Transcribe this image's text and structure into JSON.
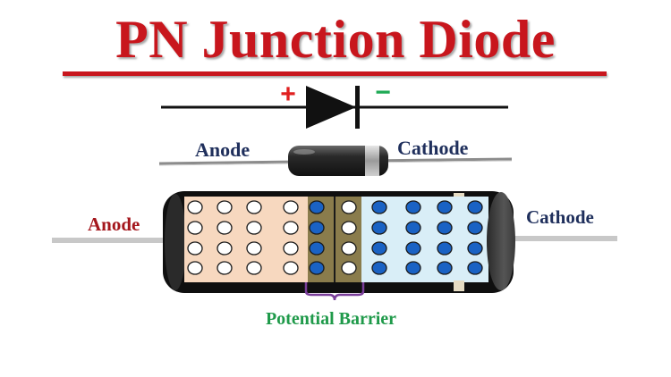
{
  "title": "PN Junction Diode",
  "symbol": {
    "plus": "+",
    "minus": "−"
  },
  "package_labels": {
    "anode": "Anode",
    "cathode": "Cathode"
  },
  "cross_section_labels": {
    "anode": "Anode",
    "cathode": "Cathode"
  },
  "barrier_label": "Potential Barrier",
  "colors": {
    "title": "#c8161d",
    "anode_label": "#a4161c",
    "navy_label": "#1f2f5c",
    "barrier_label": "#1f9a4a",
    "p_region": "#f7d8bf",
    "n_region": "#d9eef7",
    "depletion": "#8a7c4c",
    "blue_dot": "#1a62c4",
    "brace": "#7a3e9a",
    "plus": "#e02020",
    "minus": "#1faa55"
  },
  "icons": [
    "diode-symbol-icon",
    "diode-package-icon",
    "pn-junction-cross-section-icon"
  ]
}
